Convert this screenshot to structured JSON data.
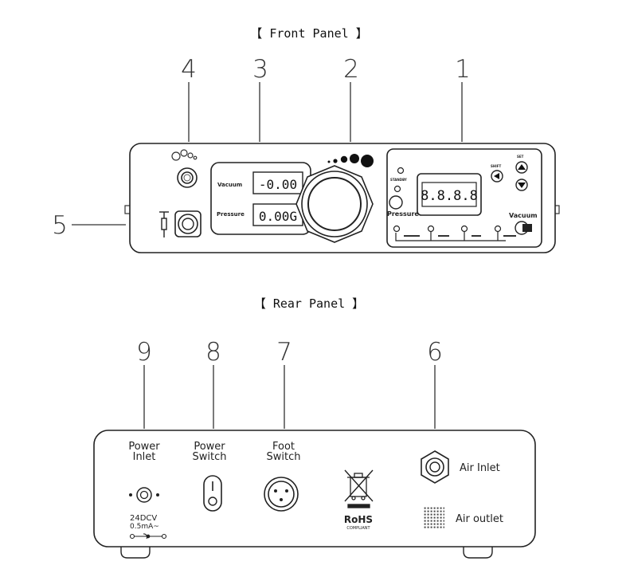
{
  "front_title": "【 Front Panel 】",
  "rear_title": "【 Rear Panel 】",
  "front_callouts": [
    "4",
    "3",
    "2",
    "1",
    "5"
  ],
  "rear_callouts": [
    "9",
    "8",
    "7",
    "6"
  ],
  "front": {
    "vacuum_label": "Vacuum",
    "vacuum_value": "-0.00",
    "pressure_label": "Pressure",
    "pressure_value": "0.00G",
    "led_display": "8.8.8.8",
    "pressure_button_label": "Pressure",
    "vacuum_button_label": "Vacuum",
    "set_label": "SET",
    "shift_label": "SHIFT",
    "standby_label": "STANDBY"
  },
  "rear": {
    "power_inlet_label_1": "Power",
    "power_inlet_label_2": "Inlet",
    "power_switch_label_1": "Power",
    "power_switch_label_2": "Switch",
    "foot_switch_label_1": "Foot",
    "foot_switch_label_2": "Switch",
    "voltage_1": "24DCV",
    "voltage_2": "0.5mA~",
    "rohs": "RoHS",
    "rohs_sub": "COMPLIANT",
    "air_inlet_label": "Air Inlet",
    "air_outlet_label": "Air outlet"
  }
}
